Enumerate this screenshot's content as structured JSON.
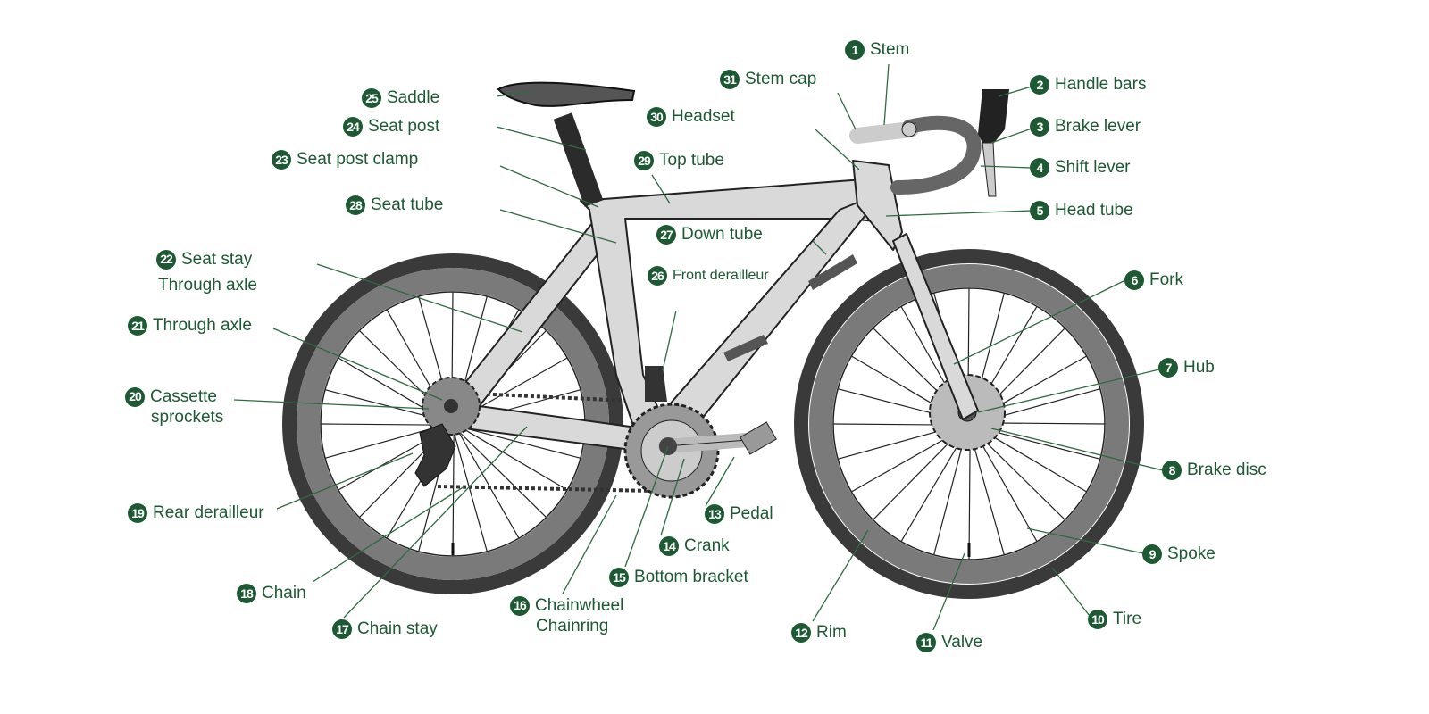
{
  "colors": {
    "label": "#1d5a33",
    "frame": "#d9d9d9",
    "tire": "#3a3a3a",
    "rim": "#7a7a7a"
  },
  "labels": [
    {
      "n": "1",
      "text": "Stem"
    },
    {
      "n": "2",
      "text": "Handle bars"
    },
    {
      "n": "3",
      "text": "Brake lever"
    },
    {
      "n": "4",
      "text": "Shift lever"
    },
    {
      "n": "5",
      "text": "Head tube"
    },
    {
      "n": "6",
      "text": "Fork"
    },
    {
      "n": "7",
      "text": "Hub"
    },
    {
      "n": "8",
      "text": "Brake disc"
    },
    {
      "n": "9",
      "text": "Spoke"
    },
    {
      "n": "10",
      "text": "Tire"
    },
    {
      "n": "11",
      "text": "Valve"
    },
    {
      "n": "12",
      "text": "Rim"
    },
    {
      "n": "13",
      "text": "Pedal"
    },
    {
      "n": "14",
      "text": "Crank"
    },
    {
      "n": "15",
      "text": "Bottom bracket"
    },
    {
      "n": "16",
      "text": "Chainwheel",
      "text2": "Chainring"
    },
    {
      "n": "17",
      "text": "Chain stay"
    },
    {
      "n": "18",
      "text": "Chain"
    },
    {
      "n": "19",
      "text": "Rear derailleur"
    },
    {
      "n": "20",
      "text": "Cassette",
      "text2": "sprockets"
    },
    {
      "n": "21",
      "text": "Through axle"
    },
    {
      "n": "22",
      "text": "Seat stay",
      "text2": "Through axle"
    },
    {
      "n": "23",
      "text": "Seat post clamp"
    },
    {
      "n": "24",
      "text": "Seat post"
    },
    {
      "n": "25",
      "text": "Saddle"
    },
    {
      "n": "26",
      "text": "Front derailleur"
    },
    {
      "n": "27",
      "text": "Down tube"
    },
    {
      "n": "28",
      "text": "Seat tube"
    },
    {
      "n": "29",
      "text": "Top tube"
    },
    {
      "n": "30",
      "text": "Headset"
    },
    {
      "n": "31",
      "text": "Stem cap"
    }
  ]
}
